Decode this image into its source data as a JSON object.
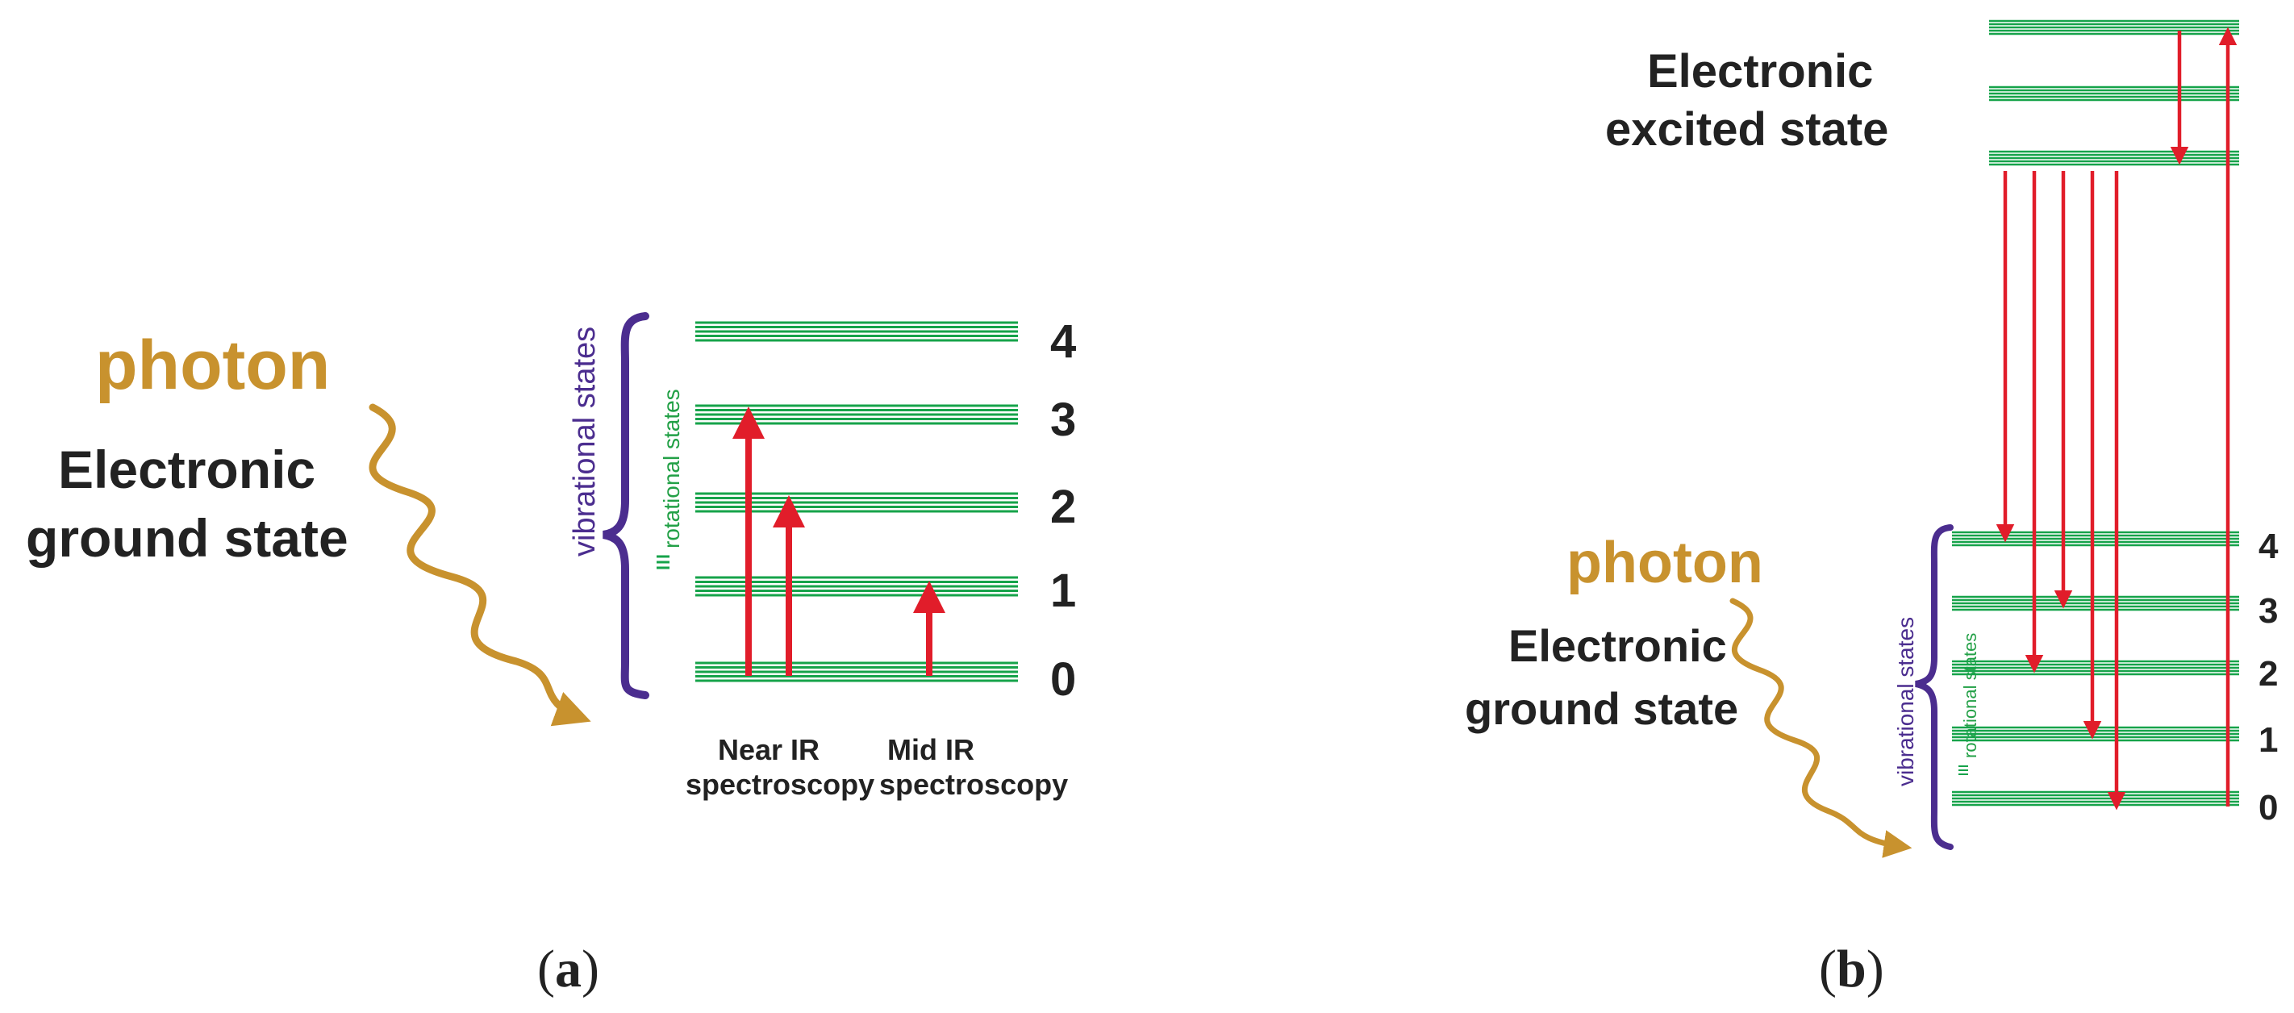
{
  "colors": {
    "level": "#16a34a",
    "arrow": "#e11d2a",
    "photon": "#c8922e",
    "brace": "#4b2d8f",
    "text": "#222222",
    "rotational_label": "#22a046"
  },
  "panel_a": {
    "photon_label": "photon",
    "state_label_line1": "Electronic",
    "state_label_line2": "ground state",
    "vibrational_label": "vibrational states",
    "rotational_label": "rotational states",
    "level_numbers": [
      "0",
      "1",
      "2",
      "3",
      "4"
    ],
    "near_ir_line1": "Near IR",
    "near_ir_line2": "spectroscopy",
    "mid_ir_line1": "Mid IR",
    "mid_ir_line2": "spectroscopy",
    "caption_paren_open": "(",
    "caption_letter": "a",
    "caption_paren_close": ")"
  },
  "panel_b": {
    "photon_label": "photon",
    "state_label_line1": "Electronic",
    "state_label_line2": "ground state",
    "excited_line1": "Electronic",
    "excited_line2": "excited state",
    "vibrational_label": "vibrational states",
    "rotational_label": "rotational states",
    "level_numbers": [
      "0",
      "1",
      "2",
      "3",
      "4"
    ],
    "caption_paren_open": "(",
    "caption_letter": "b",
    "caption_paren_close": ")"
  }
}
